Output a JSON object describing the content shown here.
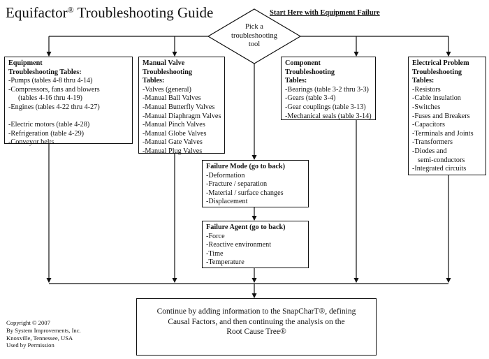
{
  "title": {
    "main": "Equifactor",
    "reg": "®",
    "rest": " Troubleshooting Guide"
  },
  "start_link": "Start Here with Equipment Failure",
  "diamond": {
    "lines": [
      "Pick a",
      "troubleshooting",
      "tool"
    ]
  },
  "equipment": {
    "heading": [
      "Equipment",
      "Troubleshooting Tables:"
    ],
    "items": [
      "-Pumps  (tables 4-8 thru 4-14)",
      "-Compressors, fans and blowers",
      "     (tables 4-16 thru 4-19)",
      "-Engines (tables 4-22 thru 4-27)",
      "",
      "-Electric motors (table 4-28)",
      "-Refrigeration (table 4-29)",
      "-Conveyor belts"
    ]
  },
  "manual_valve": {
    "heading": [
      "Manual Valve",
      "Troubleshooting",
      "Tables:"
    ],
    "items": [
      "-Valves (general)",
      "-Manual Ball Valves",
      "-Manual Butterfly Valves",
      "-Manual Diaphragm Valves",
      "-Manual Pinch Valves",
      "-Manual Globe Valves",
      "-Manual Gate Valves",
      "-Manual Plug Valves"
    ]
  },
  "component": {
    "heading": [
      "Component",
      "Troubleshooting",
      "Tables:"
    ],
    "items": [
      "-Bearings  (table 3-2 thru 3-3)",
      "-Gears (table 3-4)",
      "-Gear couplings  (table 3-13)",
      "-Mechanical seals (table 3-14)"
    ]
  },
  "electrical": {
    "heading": [
      "Electrical Problem",
      "Troubleshooting",
      "Tables:"
    ],
    "items": [
      "-Resistors",
      "-Cable insulation",
      "-Switches",
      "-Fuses and Breakers",
      "-Capacitors",
      "-Terminals and Joints",
      "-Transformers",
      "-Diodes and",
      "   semi-conductors",
      "-Integrated circuits"
    ]
  },
  "failure_mode": {
    "heading": "Failure Mode (go to back)",
    "items": [
      "-Deformation",
      "-Fracture /   separation",
      "-Material /  surface changes",
      "-Displacement"
    ]
  },
  "failure_agent": {
    "heading": "Failure Agent (go to back)",
    "items": [
      "-Force",
      "-Reactive  environment",
      "-Time",
      "-Temperature"
    ]
  },
  "final_box": {
    "lines": [
      "Continue by adding information to the SnapCharT®, defining",
      "Causal Factors, and then continuing the analysis on the",
      "Root Cause Tree®"
    ]
  },
  "copyright": [
    "Copyright ©  2007",
    "By System Improvements, Inc.",
    "Knoxville, Tennessee, USA",
    "Used by Permission"
  ]
}
